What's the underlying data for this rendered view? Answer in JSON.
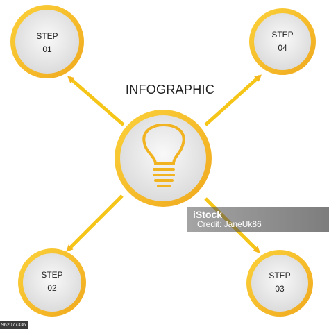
{
  "title": "INFOGRAPHIC",
  "center_icon": "lightbulb-icon",
  "steps": [
    {
      "line1": "STEP",
      "line2": "01"
    },
    {
      "line1": "STEP",
      "line2": "04"
    },
    {
      "line1": "STEP",
      "line2": "02"
    },
    {
      "line1": "STEP",
      "line2": "03"
    }
  ],
  "watermark": {
    "logo": "iStock",
    "credit": "Credit: JaneUk86"
  },
  "image_id": "962077336",
  "colors": {
    "accent": "#f5c518",
    "accent_dark": "#f0a81e",
    "circle_fill": "#e6e6e6",
    "circle_fill_light": "#f7f7f7"
  }
}
